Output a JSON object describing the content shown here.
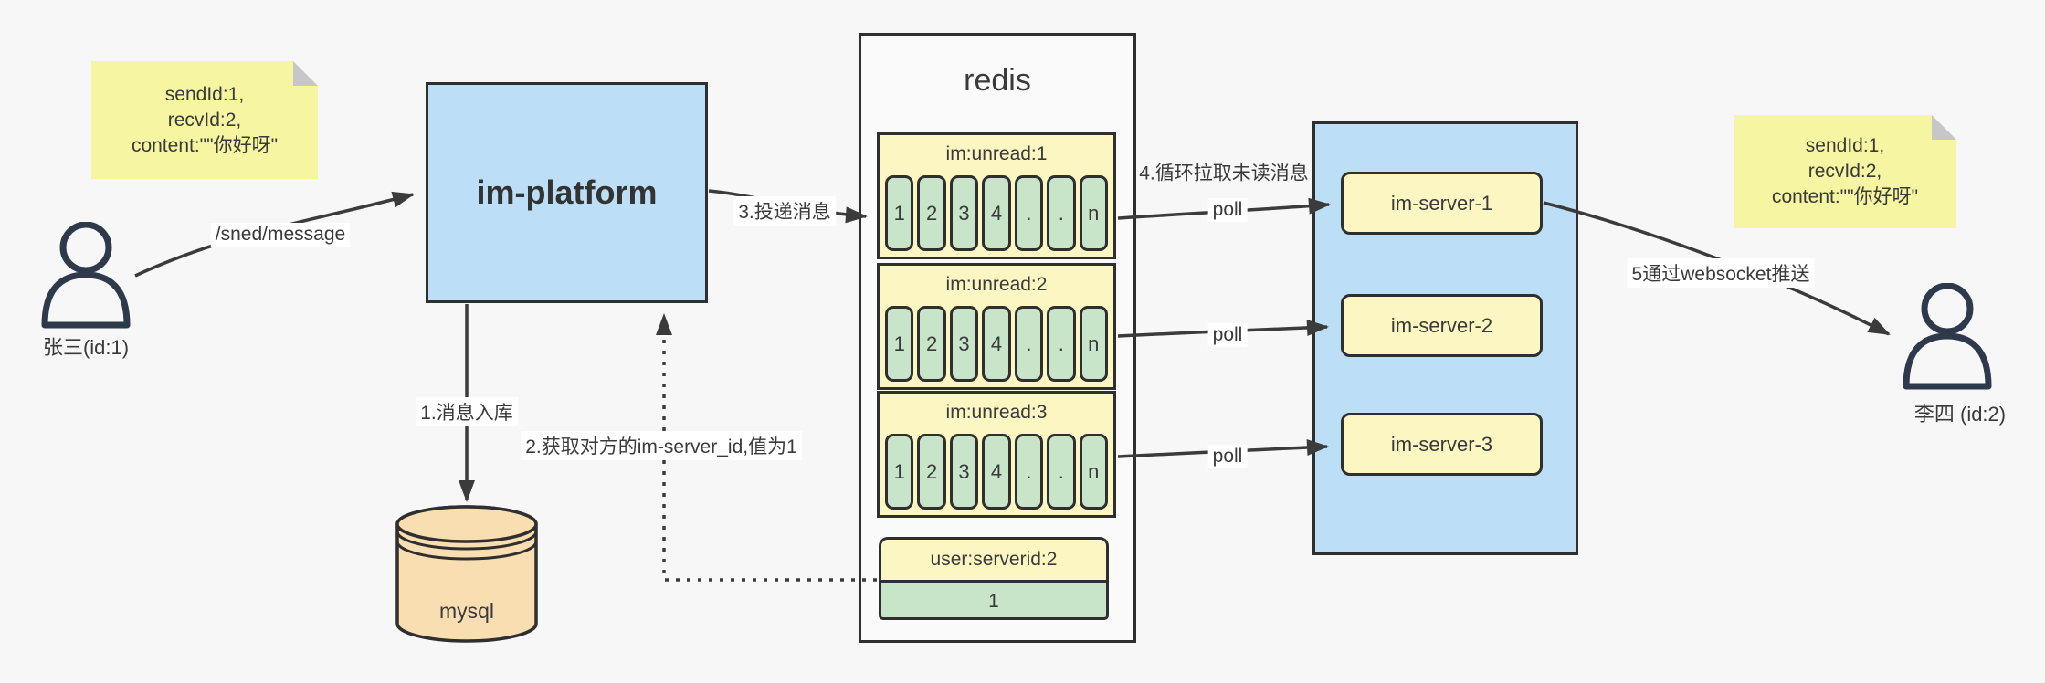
{
  "notes": {
    "left": {
      "lines": [
        "sendId:1,",
        "recvId:2,",
        "content:\"\"你好呀\""
      ]
    },
    "right": {
      "lines": [
        "sendId:1,",
        "recvId:2,",
        "content:\"\"你好呀\""
      ]
    }
  },
  "actors": {
    "sender": {
      "label": "张三(id:1)"
    },
    "receiver": {
      "label": "李四 (id:2)"
    }
  },
  "platform": {
    "label": "im-platform"
  },
  "database": {
    "label": "mysql"
  },
  "redis": {
    "title": "redis",
    "queues": [
      {
        "header": "im:unread:1",
        "cells": [
          "1",
          "2",
          "3",
          "4",
          ".",
          ".",
          "n"
        ]
      },
      {
        "header": "im:unread:2",
        "cells": [
          "1",
          "2",
          "3",
          "4",
          ".",
          ".",
          "n"
        ]
      },
      {
        "header": "im:unread:3",
        "cells": [
          "1",
          "2",
          "3",
          "4",
          ".",
          ".",
          "n"
        ]
      }
    ],
    "mapping": {
      "header": "user:serverid:2",
      "value": "1"
    }
  },
  "servers": [
    {
      "label": "im-server-1"
    },
    {
      "label": "im-server-2"
    },
    {
      "label": "im-server-3"
    }
  ],
  "edges": {
    "send_message": "/sned/message",
    "store_db": "1.消息入库",
    "get_server_id": "2.获取对方的im-server_id,值为1",
    "deliver": "3.投递消息",
    "poll_loop": "4.循环拉取未读消息",
    "poll": "poll",
    "push": "5通过websocket推送"
  },
  "colors": {
    "canvas": "#f7f7f7",
    "blue": "#bcdff7",
    "yellow_note": "#f6f5a1",
    "yellow_box": "#fcf6c2",
    "green": "#c8e4c9",
    "orange": "#f9deb1",
    "border": "#2f2f2f",
    "arrow": "#3b3b3b",
    "redis_bg": "#fafafa"
  }
}
